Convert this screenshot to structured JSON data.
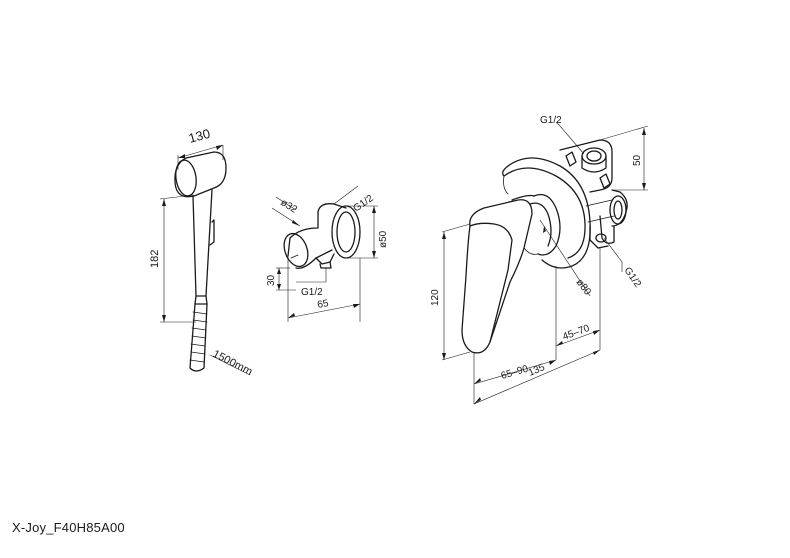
{
  "model_code": "X-Joy_F40H85A00",
  "dimensions": {
    "shower_width": "130",
    "shower_height": "182",
    "hose_length": "1500mm",
    "holder_diameter": "ø32",
    "holder_thread": "G1/2",
    "holder_outlet_diameter": "ø50",
    "holder_offset": "30",
    "holder_bottom_thread": "G1/2",
    "holder_depth": "65",
    "mixer_top_thread": "G1/2",
    "mixer_body_height": "50",
    "mixer_side_thread": "G1/2",
    "mixer_plate_diameter": "ø80",
    "mixer_height": "120",
    "mixer_projection": "65–90",
    "mixer_install_depth": "45–70",
    "mixer_total_depth": "135"
  }
}
